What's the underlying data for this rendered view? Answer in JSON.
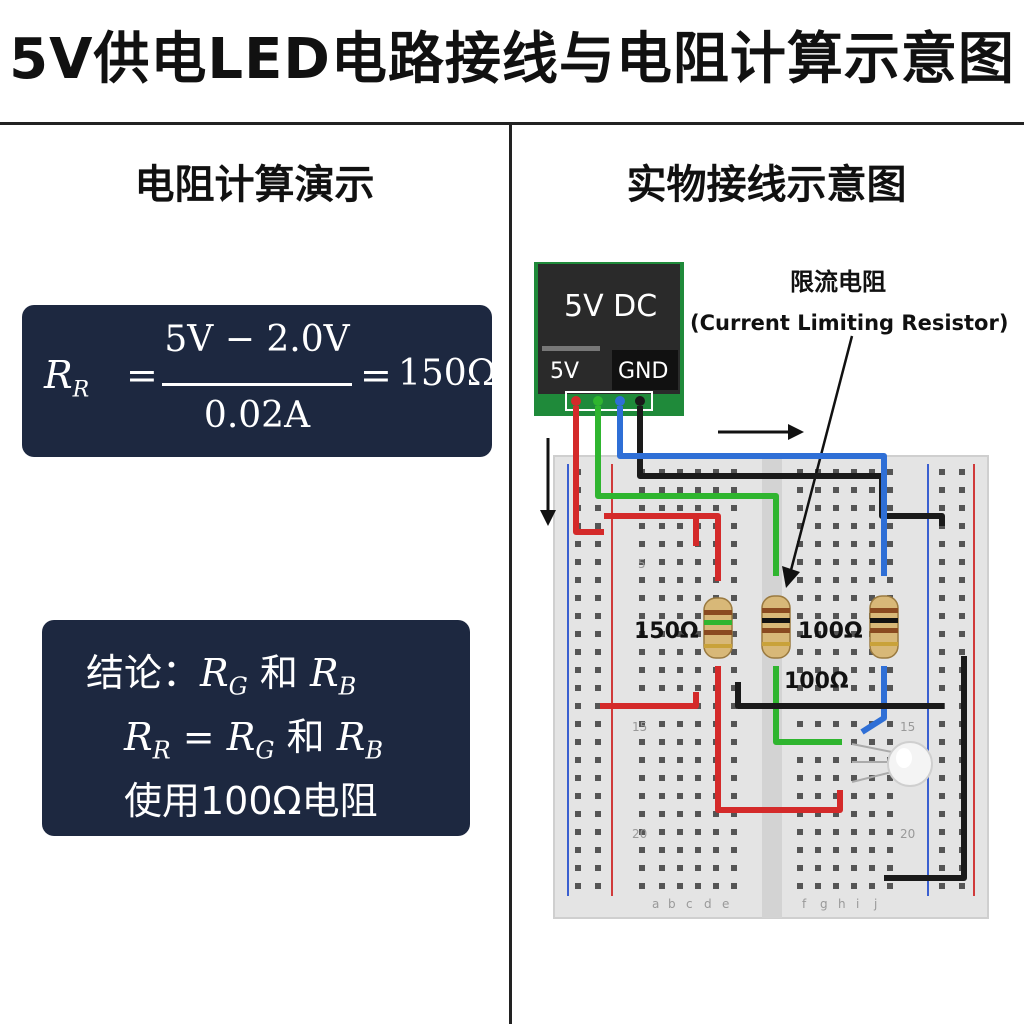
{
  "title": "5V供电LED电路接线与电阻计算示意图",
  "left_section": {
    "title": "电阻计算演示",
    "formula": {
      "lhs_var": "R",
      "lhs_sub": "R",
      "equals": "=",
      "numerator": "5V − 2.0V",
      "denominator": "0.02A",
      "result": "150Ω"
    },
    "conclusion": {
      "line1_prefix": "结论：",
      "var": "R",
      "sub_g": "G",
      "sub_b": "B",
      "sub_r": "R",
      "and": "和",
      "equals": "=",
      "line3": "使用100Ω电阻"
    }
  },
  "right_section": {
    "title": "实物接线示意图",
    "power_module": {
      "label": "5V DC",
      "pin_5v": "5V",
      "pin_gnd": "GND"
    },
    "annotation": {
      "label_cn": "限流电阻",
      "label_en": "(Current Limiting Resistor)"
    },
    "resistor_labels": [
      "150Ω",
      "100Ω",
      "100Ω"
    ],
    "row_numbers": [
      "5",
      "15",
      "15",
      "20",
      "20"
    ],
    "column_letters": [
      "a",
      "b",
      "c",
      "d",
      "e",
      "f",
      "g",
      "h",
      "i",
      "j"
    ]
  },
  "colors": {
    "card_bg": "#1d2840",
    "wire_red": "#d42a2a",
    "wire_green": "#2fb52f",
    "wire_blue": "#2f6fd6",
    "wire_black": "#1a1a1a",
    "breadboard": "#e4e4e4",
    "pcb_green": "#1f8a3a"
  }
}
